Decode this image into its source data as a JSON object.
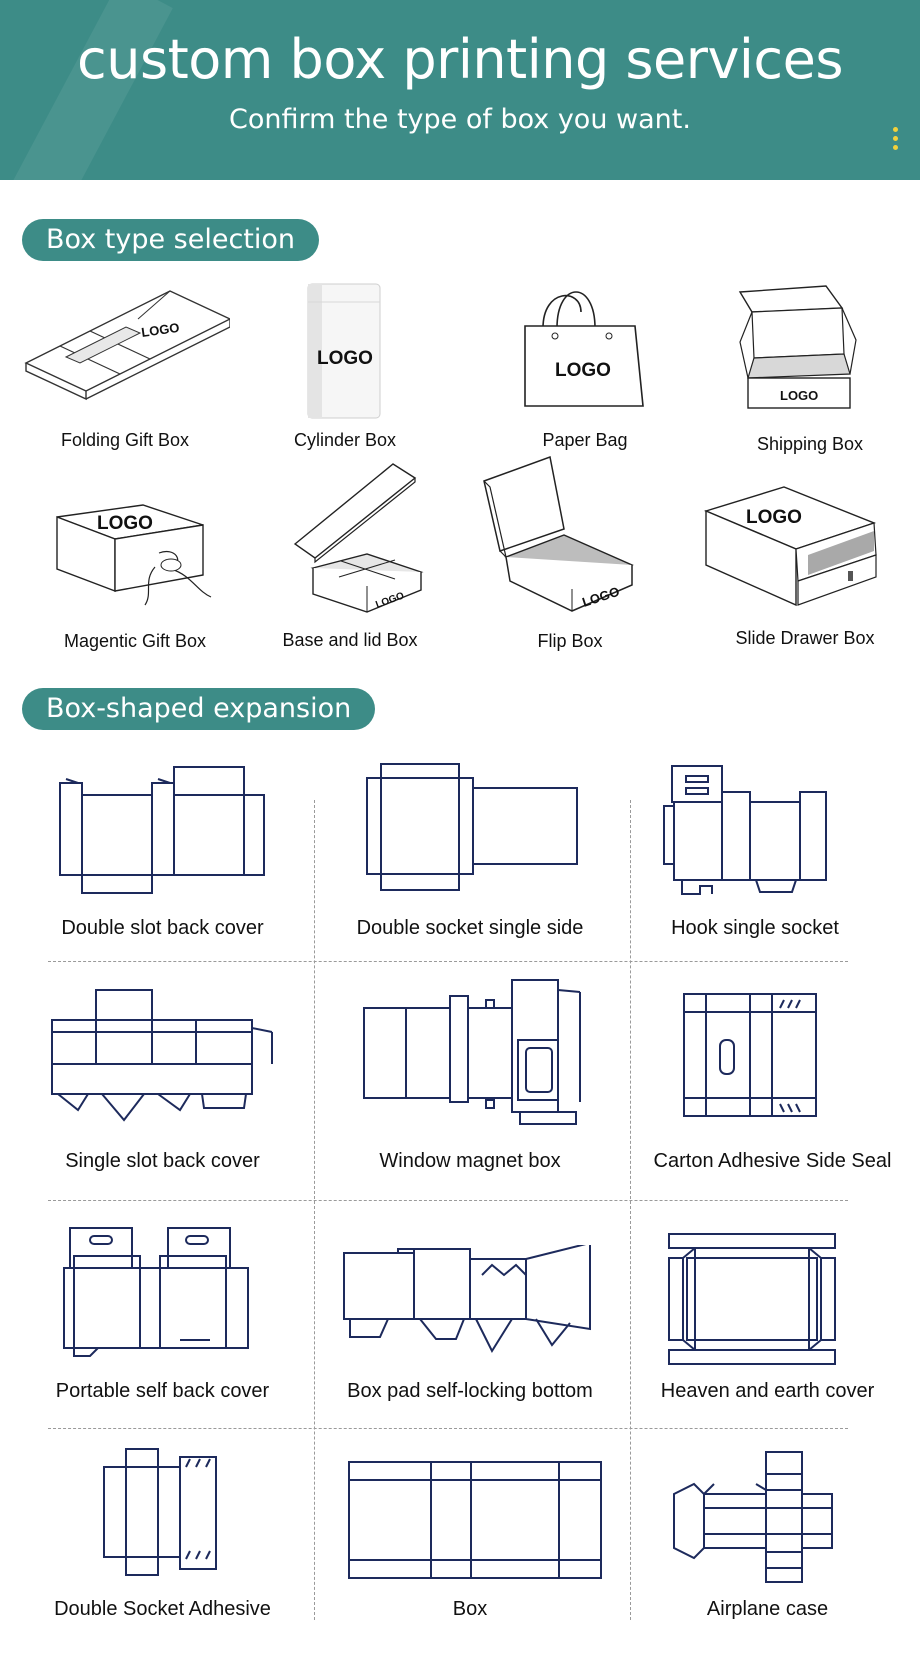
{
  "header": {
    "title": "custom box printing services",
    "subtitle": "Confirm the type of box you want."
  },
  "section1": {
    "title": "Box type selection",
    "items": [
      {
        "label": "Folding Gift Box",
        "icon": "folding-gift-box"
      },
      {
        "label": "Cylinder Box",
        "icon": "cylinder-box"
      },
      {
        "label": "Paper Bag",
        "icon": "paper-bag"
      },
      {
        "label": "Shipping Box",
        "icon": "shipping-box"
      },
      {
        "label": "Magentic Gift Box",
        "icon": "magnetic-gift-box"
      },
      {
        "label": "Base and lid Box",
        "icon": "base-and-lid-box"
      },
      {
        "label": "Flip Box",
        "icon": "flip-box"
      },
      {
        "label": "Slide Drawer Box",
        "icon": "slide-drawer-box"
      }
    ],
    "logo_text": "LOGO"
  },
  "section2": {
    "title": "Box-shaped expansion",
    "items": [
      {
        "label": "Double slot back cover"
      },
      {
        "label": "Double socket single side"
      },
      {
        "label": "Hook single socket"
      },
      {
        "label": "Single slot back cover"
      },
      {
        "label": "Window magnet box"
      },
      {
        "label": "Carton Adhesive Side Seal"
      },
      {
        "label": "Portable self back cover"
      },
      {
        "label": "Box pad self-locking bottom"
      },
      {
        "label": "Heaven and earth cover"
      },
      {
        "label": "Double Socket Adhesive"
      },
      {
        "label": "Box"
      },
      {
        "label": "Airplane case"
      }
    ]
  },
  "colors": {
    "accent": "#3d8c87",
    "line": "#1d2a5c",
    "dot": "#f2d13b"
  }
}
